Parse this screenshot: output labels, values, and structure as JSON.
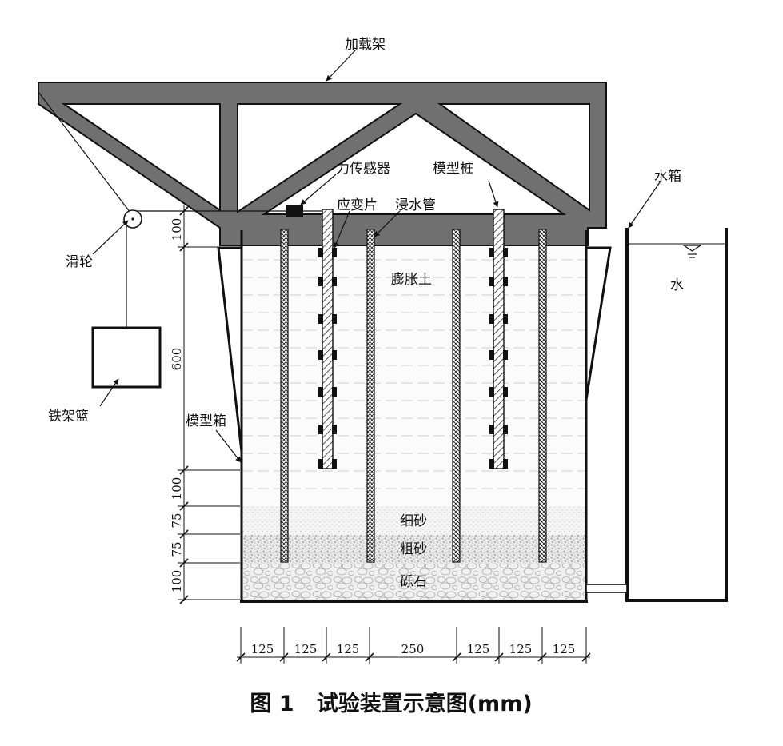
{
  "labels": {
    "loading_frame": "加载架",
    "force_sensor": "力传感器",
    "model_pile": "模型桩",
    "water_tank": "水箱",
    "strain_gauge": "应变片",
    "soaking_pipe": "浸水管",
    "pulley": "滑轮",
    "expansive_soil": "膨胀土",
    "water": "水",
    "iron_basket": "铁架篮",
    "model_box": "模型箱",
    "fine_sand": "细砂",
    "coarse_sand": "粗砂",
    "gravel": "砾石"
  },
  "vertical_dims": [
    "100",
    "600",
    "100",
    "75",
    "75",
    "100"
  ],
  "horizontal_dims": [
    "125",
    "125",
    "125",
    "250",
    "125",
    "125",
    "125"
  ],
  "caption": "图 1   试验装置示意图(mm)"
}
